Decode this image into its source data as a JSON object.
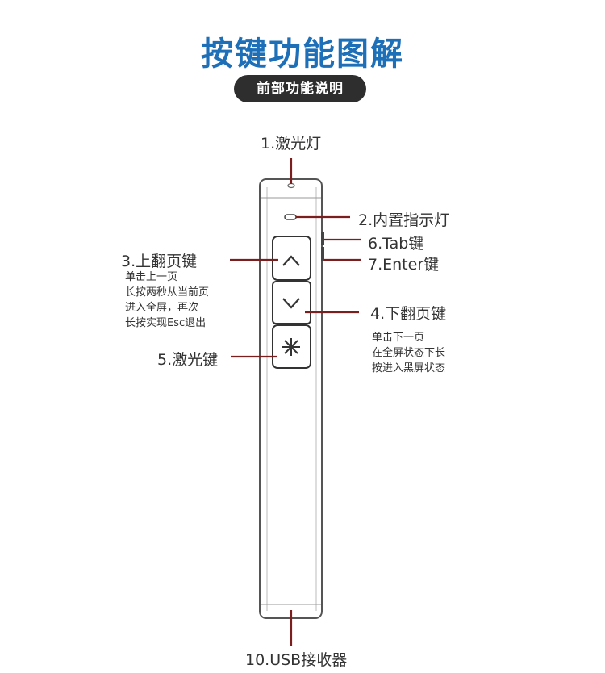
{
  "title": "按键功能图解",
  "subtitle": "前部功能说明",
  "labels": {
    "laser": "1.激光灯",
    "indicator": "2.内置指示灯",
    "page_up": "3.上翻页键",
    "page_down": "4.下翻页键",
    "laser_key": "5.激光键",
    "tab": "6.Tab键",
    "enter": "7.Enter键",
    "usb": "10.USB接收器"
  },
  "descriptions": {
    "page_up": [
      "单击上一页",
      "长按两秒从当前页",
      "进入全屏，再次",
      "长按实现Esc退出"
    ],
    "page_down": [
      "单击下一页",
      "在全屏状态下长",
      "按进入黑屏状态"
    ]
  },
  "icons": {
    "up": "chevron-up",
    "down": "chevron-down",
    "laser": "asterisk"
  }
}
